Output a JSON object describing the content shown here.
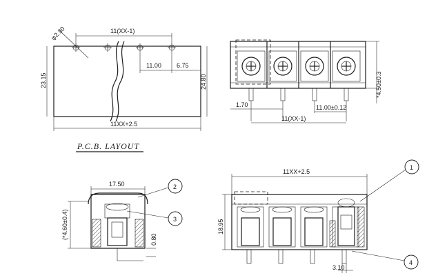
{
  "title": "P.C.B. LAYOUT",
  "pcb": {
    "hole_dia": "φ2.30",
    "pitch_span": "11(XX-1)",
    "dim_pitch": "11.00",
    "dim_offset": "6.75",
    "dim_height_left": "23.15",
    "dim_height_right": "24.80",
    "dim_width": "11XX+2.5"
  },
  "front": {
    "dim_height": "*4.50±0.3",
    "dim_edge": "1.70",
    "dim_pitch": "11.00±0.12",
    "dim_span": "11(XX-1)"
  },
  "side": {
    "dim_width": "17.50",
    "dim_height": "(*4.60±0.4)",
    "dim_thick": "0.80",
    "callout_2": "2",
    "callout_3": "3"
  },
  "section": {
    "dim_width": "11XX+2.5",
    "dim_height": "18.95",
    "dim_pin": "3.10",
    "callout_1": "1",
    "callout_4": "4"
  }
}
